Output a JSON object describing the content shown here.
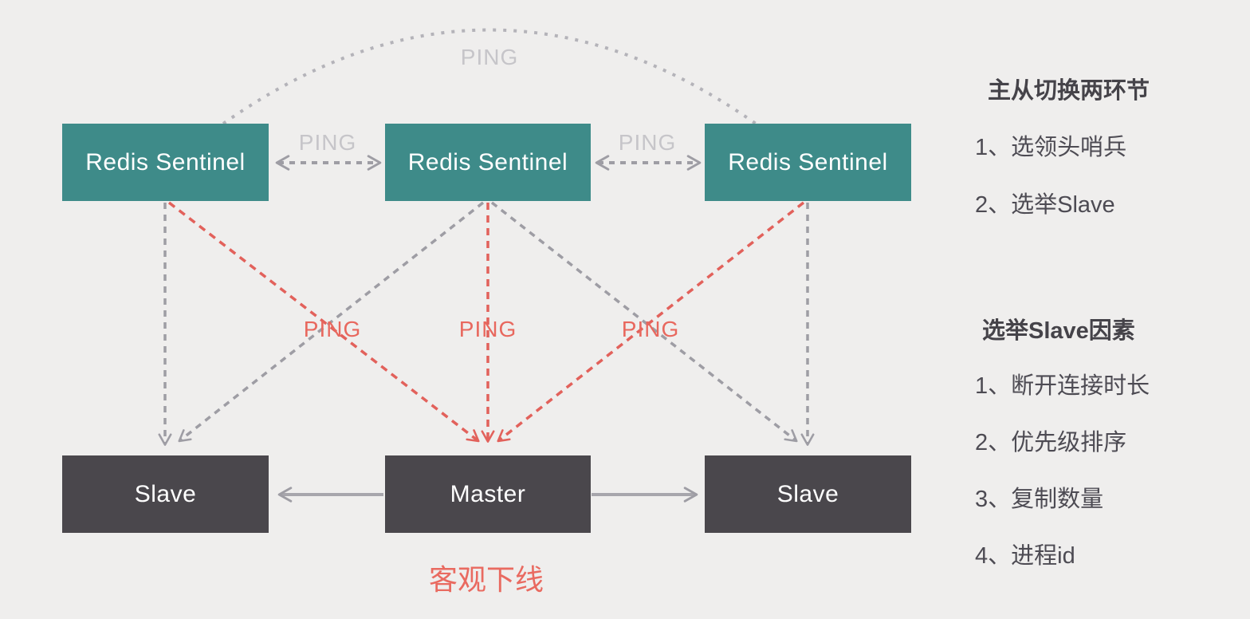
{
  "colors": {
    "background": "#EFEEED",
    "sentinel_box": "#3E8B89",
    "node_box": "#4A474C",
    "gray_line": "#9E9DA4",
    "arc_line": "#B4B3B9",
    "red_line": "#E2615B",
    "ping_gray_text": "#C6C5C9",
    "ping_red_text": "#E8685E",
    "box_text": "#FFFFFF",
    "notes_text": "#4D4B53",
    "offline_text": "#E96A60"
  },
  "diagram": {
    "sentinels": [
      {
        "label": "Redis Sentinel"
      },
      {
        "label": "Redis Sentinel"
      },
      {
        "label": "Redis Sentinel"
      }
    ],
    "nodes": [
      {
        "label": "Slave"
      },
      {
        "label": "Master"
      },
      {
        "label": "Slave"
      }
    ],
    "ping_label": "PING",
    "offline_label": "客观下线"
  },
  "notes": {
    "section1": {
      "title": "主从切换两环节",
      "items": [
        "1、选领头哨兵",
        "2、选举Slave"
      ]
    },
    "section2": {
      "title": "选举Slave因素",
      "items": [
        "1、断开连接时长",
        "2、优先级排序",
        "3、复制数量",
        "4、进程id"
      ]
    }
  }
}
